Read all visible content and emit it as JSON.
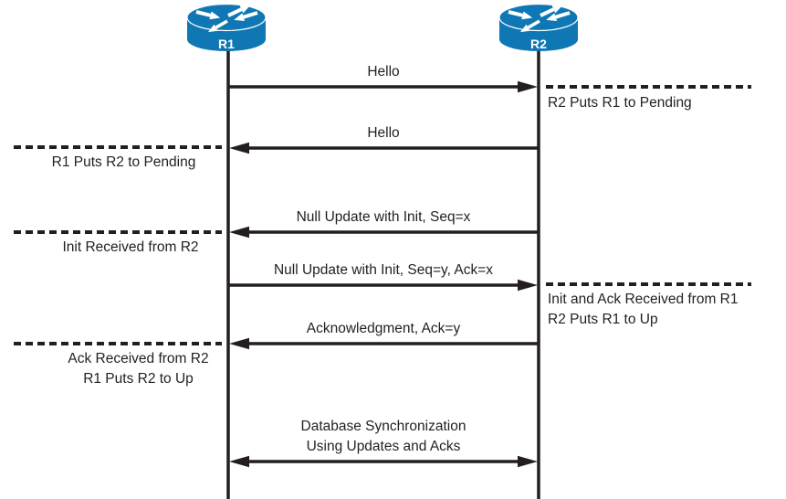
{
  "colors": {
    "router_blue": "#0f77b4",
    "ink": "#231f20"
  },
  "routers": [
    {
      "label": "R1"
    },
    {
      "label": "R2"
    }
  ],
  "messages": [
    {
      "label": "Hello",
      "from": "R1",
      "to": "R2",
      "direction": "right"
    },
    {
      "label": "Hello",
      "from": "R2",
      "to": "R1",
      "direction": "left"
    },
    {
      "label": "Null Update with Init, Seq=x",
      "from": "R2",
      "to": "R1",
      "direction": "left"
    },
    {
      "label": "Null Update with Init, Seq=y, Ack=x",
      "from": "R1",
      "to": "R2",
      "direction": "right"
    },
    {
      "label": "Acknowledgment, Ack=y",
      "from": "R2",
      "to": "R1",
      "direction": "left"
    },
    {
      "label_line1": "Database Synchronization",
      "label_line2": "Using Updates and Acks",
      "direction": "both"
    }
  ],
  "notes": [
    {
      "side": "right",
      "lines": [
        "R2 Puts R1 to Pending"
      ]
    },
    {
      "side": "left",
      "lines": [
        "R1 Puts R2 to Pending"
      ]
    },
    {
      "side": "left",
      "lines": [
        "Init Received from R2"
      ]
    },
    {
      "side": "right",
      "lines": [
        "Init and Ack Received from R1",
        "R2 Puts R1 to Up"
      ]
    },
    {
      "side": "left",
      "lines": [
        "Ack Received from R2",
        "R1 Puts R2 to Up"
      ]
    }
  ]
}
